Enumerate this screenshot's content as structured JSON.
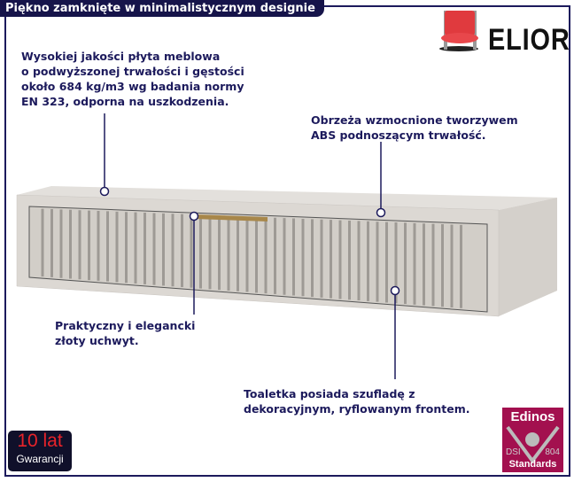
{
  "title": "Piękno zamknięte w minimalistycznym designie",
  "brand": {
    "name": "ELIOR",
    "icon": "red-chair-icon"
  },
  "callouts": [
    "Wysokiej jakości płyta meblowa\no podwyższonej trwałości i gęstości\nokoło 684 kg/m3 wg badania normy\nEN 323, odporna na uszkodzenia.",
    "Obrzeża wzmocnione tworzywem\nABS podnoszącym trwałość.",
    "Praktyczny i elegancki\nzłoty uchwyt.",
    "Toaletka posiada szufladę z\ndekoracyjnym, ryflowanym frontem."
  ],
  "warranty": {
    "line1": "10 lat",
    "line2": "Gwarancji"
  },
  "certificate": {
    "top": "Edinos",
    "left": "DSI",
    "right": "804",
    "bottom": "Standards"
  },
  "colors": {
    "navy": "#1c1a5c",
    "shelf": "#dcd8d3",
    "gold": "#a8874a",
    "edinos": "#a3104f",
    "warranty_red": "#e8232a"
  }
}
